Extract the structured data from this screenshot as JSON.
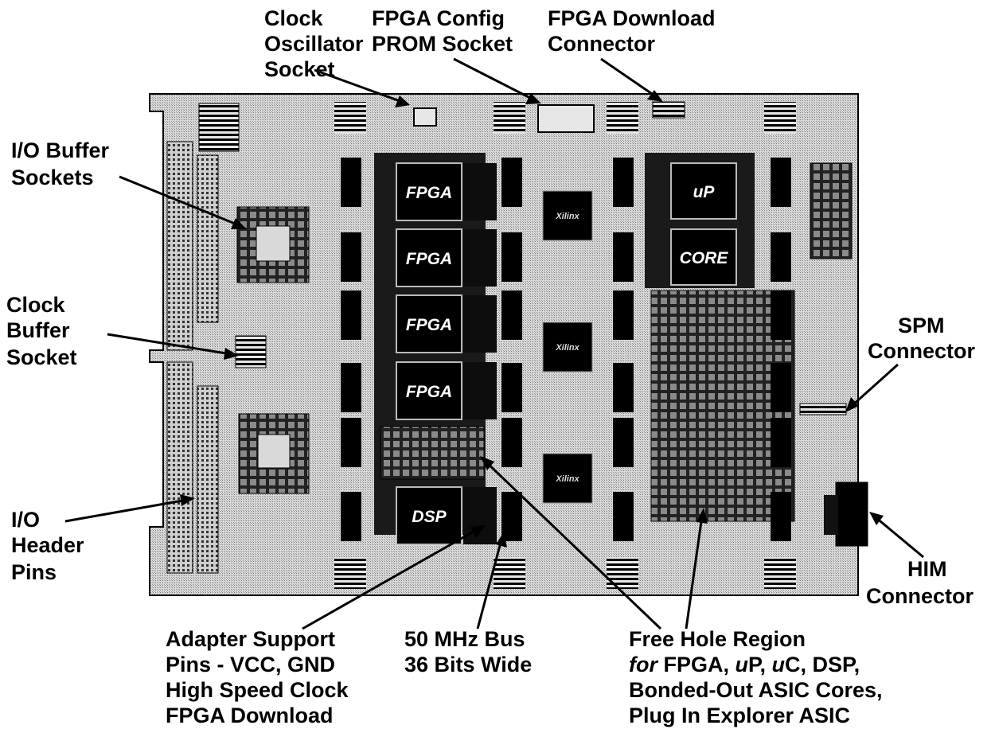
{
  "labels": {
    "clock_oscillator": [
      "Clock",
      "Oscillator",
      "Socket"
    ],
    "fpga_config": [
      "FPGA Config",
      "PROM Socket"
    ],
    "fpga_download": [
      "FPGA Download",
      "Connector"
    ],
    "io_buffer": [
      "I/O Buffer",
      "Sockets"
    ],
    "clock_buffer": [
      "Clock",
      "Buffer",
      "Socket"
    ],
    "io_header": [
      "I/O",
      "Header",
      "Pins"
    ],
    "spm_connector": [
      "SPM",
      "Connector"
    ],
    "him_connector": [
      "HIM",
      "Connector"
    ],
    "adapter_support": [
      "Adapter Support",
      "Pins - VCC, GND",
      "High Speed Clock",
      "FPGA Download"
    ],
    "bus": [
      "50 MHz Bus",
      "36 Bits Wide"
    ],
    "free_hole_line1": "Free Hole Region",
    "free_hole_line2_for": "for",
    "free_hole_line2_rest_a": " FPGA, ",
    "free_hole_line2_u1": "u",
    "free_hole_line2_rest_b": "P, ",
    "free_hole_line2_u2": "u",
    "free_hole_line2_rest_c": "C, DSP,",
    "free_hole_line3": "Bonded-Out ASIC Cores,",
    "free_hole_line4": "Plug In Explorer ASIC"
  },
  "chips": {
    "fpga1": "FPGA",
    "fpga2": "FPGA",
    "fpga3": "FPGA",
    "fpga4": "FPGA",
    "dsp": "DSP",
    "up": "uP",
    "core": "CORE",
    "small": "Xilinx"
  },
  "colors": {
    "board": "#c8c8c8",
    "ink": "#000000",
    "chip": "#111111"
  }
}
